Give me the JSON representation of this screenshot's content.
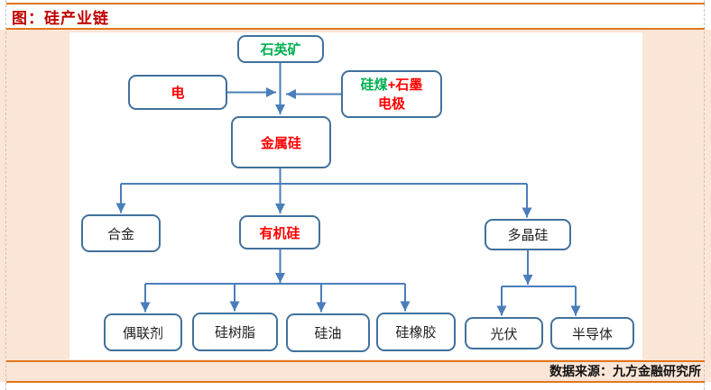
{
  "header": {
    "title": "图：硅产业链"
  },
  "footer": {
    "source": "数据来源：九方金融研究所"
  },
  "colors": {
    "page_band": "#fbe5d6",
    "accent_orange": "#e2761b",
    "title_red": "#c00000",
    "node_border_blue": "#41719c",
    "connector_blue": "#4a7ebb",
    "label_green": "#00b050",
    "label_red": "#ff0000"
  },
  "flowchart": {
    "nodes": {
      "quartz": {
        "label": "石英矿",
        "label_color": "green"
      },
      "electricity": {
        "label": "电",
        "label_color": "red"
      },
      "coal_graphite": {
        "label_green": "硅煤",
        "label_red": "+石墨",
        "label_line2": "电极",
        "full_label": "硅煤+石墨电极"
      },
      "metal_silicon": {
        "label": "金属硅",
        "label_color": "red"
      },
      "alloy": {
        "label": "合金",
        "label_color": "black"
      },
      "organosilicon": {
        "label": "有机硅",
        "label_color": "red"
      },
      "polysilicon": {
        "label": "多晶硅",
        "label_color": "black"
      },
      "coupling_agent": {
        "label": "偶联剂",
        "label_color": "black"
      },
      "silicone_resin": {
        "label": "硅树脂",
        "label_color": "black"
      },
      "silicone_oil": {
        "label": "硅油",
        "label_color": "black"
      },
      "silicone_rubber": {
        "label": "硅橡胶",
        "label_color": "black"
      },
      "photovoltaic": {
        "label": "光伏",
        "label_color": "black"
      },
      "semiconductor": {
        "label": "半导体",
        "label_color": "black"
      }
    },
    "edges": [
      {
        "from": "quartz",
        "to": "metal_silicon"
      },
      {
        "from": "electricity",
        "to": "metal_silicon"
      },
      {
        "from": "coal_graphite",
        "to": "metal_silicon"
      },
      {
        "from": "metal_silicon",
        "to": "alloy"
      },
      {
        "from": "metal_silicon",
        "to": "organosilicon"
      },
      {
        "from": "metal_silicon",
        "to": "polysilicon"
      },
      {
        "from": "organosilicon",
        "to": "coupling_agent"
      },
      {
        "from": "organosilicon",
        "to": "silicone_resin"
      },
      {
        "from": "organosilicon",
        "to": "silicone_oil"
      },
      {
        "from": "organosilicon",
        "to": "silicone_rubber"
      },
      {
        "from": "polysilicon",
        "to": "photovoltaic"
      },
      {
        "from": "polysilicon",
        "to": "semiconductor"
      }
    ]
  }
}
